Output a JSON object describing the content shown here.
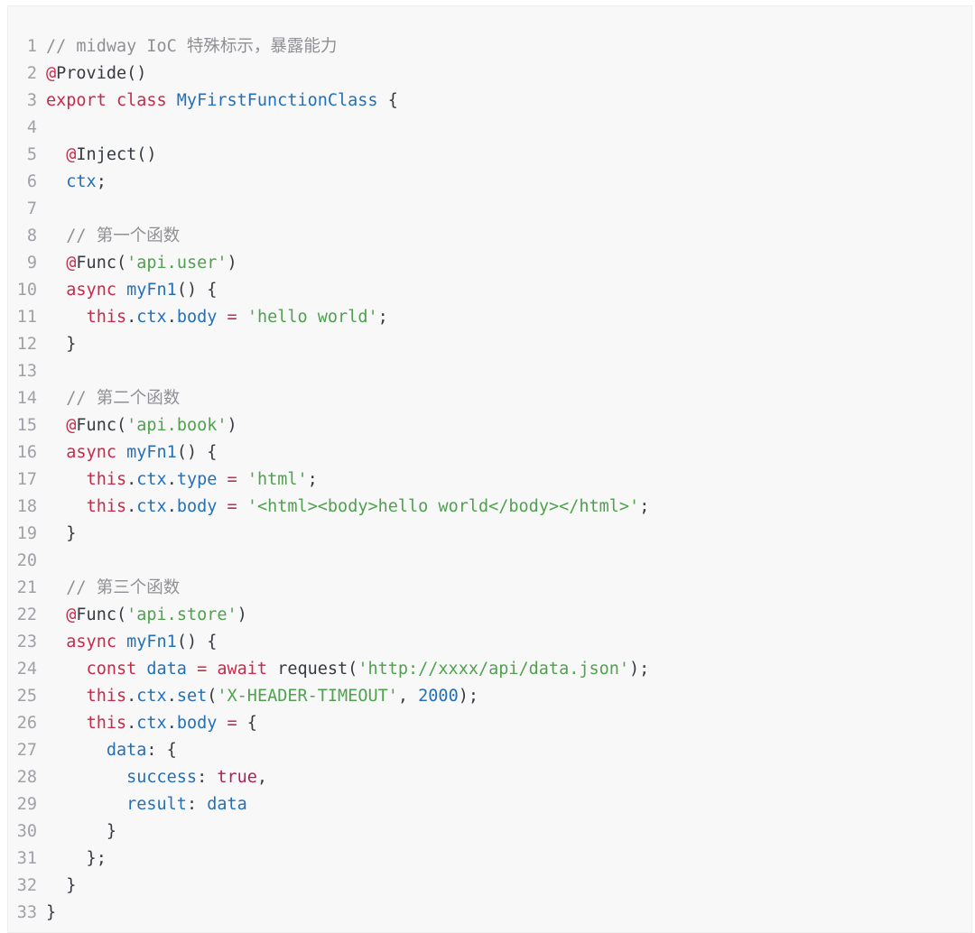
{
  "colors": {
    "background": "#f8f8f8",
    "border": "#eeeeee",
    "line_number": "#a0a1a7",
    "plain": "#383a42",
    "comment": "#8f9095",
    "keyword": "#c8294a",
    "string": "#50a14f",
    "name": "#2470b8",
    "number": "#2470b8",
    "bool": "#b01e5a"
  },
  "code": {
    "language": "typescript",
    "lines": [
      {
        "number": "1",
        "tokens": [
          {
            "t": "comment",
            "v": "// midway IoC 特殊标示，暴露能力"
          }
        ]
      },
      {
        "number": "2",
        "tokens": [
          {
            "t": "keyword",
            "v": "@"
          },
          {
            "t": "plain",
            "v": "Provide()"
          }
        ]
      },
      {
        "number": "3",
        "tokens": [
          {
            "t": "keyword",
            "v": "export class "
          },
          {
            "t": "name",
            "v": "MyFirstFunctionClass"
          },
          {
            "t": "plain",
            "v": " {"
          }
        ]
      },
      {
        "number": "4",
        "tokens": []
      },
      {
        "number": "5",
        "tokens": [
          {
            "t": "plain",
            "v": "  "
          },
          {
            "t": "keyword",
            "v": "@"
          },
          {
            "t": "plain",
            "v": "Inject()"
          }
        ]
      },
      {
        "number": "6",
        "tokens": [
          {
            "t": "plain",
            "v": "  "
          },
          {
            "t": "name",
            "v": "ctx"
          },
          {
            "t": "plain",
            "v": ";"
          }
        ]
      },
      {
        "number": "7",
        "tokens": []
      },
      {
        "number": "8",
        "tokens": [
          {
            "t": "plain",
            "v": "  "
          },
          {
            "t": "comment",
            "v": "// 第一个函数"
          }
        ]
      },
      {
        "number": "9",
        "tokens": [
          {
            "t": "plain",
            "v": "  "
          },
          {
            "t": "keyword",
            "v": "@"
          },
          {
            "t": "plain",
            "v": "Func("
          },
          {
            "t": "string",
            "v": "'api.user'"
          },
          {
            "t": "plain",
            "v": ")"
          }
        ]
      },
      {
        "number": "10",
        "tokens": [
          {
            "t": "plain",
            "v": "  "
          },
          {
            "t": "keyword",
            "v": "async "
          },
          {
            "t": "name",
            "v": "myFn1"
          },
          {
            "t": "plain",
            "v": "() {"
          }
        ]
      },
      {
        "number": "11",
        "tokens": [
          {
            "t": "plain",
            "v": "    "
          },
          {
            "t": "keyword",
            "v": "this"
          },
          {
            "t": "plain",
            "v": "."
          },
          {
            "t": "name",
            "v": "ctx"
          },
          {
            "t": "plain",
            "v": "."
          },
          {
            "t": "name",
            "v": "body"
          },
          {
            "t": "plain",
            "v": " "
          },
          {
            "t": "keyword",
            "v": "="
          },
          {
            "t": "plain",
            "v": " "
          },
          {
            "t": "string",
            "v": "'hello world'"
          },
          {
            "t": "plain",
            "v": ";"
          }
        ]
      },
      {
        "number": "12",
        "tokens": [
          {
            "t": "plain",
            "v": "  }"
          }
        ]
      },
      {
        "number": "13",
        "tokens": []
      },
      {
        "number": "14",
        "tokens": [
          {
            "t": "plain",
            "v": "  "
          },
          {
            "t": "comment",
            "v": "// 第二个函数"
          }
        ]
      },
      {
        "number": "15",
        "tokens": [
          {
            "t": "plain",
            "v": "  "
          },
          {
            "t": "keyword",
            "v": "@"
          },
          {
            "t": "plain",
            "v": "Func("
          },
          {
            "t": "string",
            "v": "'api.book'"
          },
          {
            "t": "plain",
            "v": ")"
          }
        ]
      },
      {
        "number": "16",
        "tokens": [
          {
            "t": "plain",
            "v": "  "
          },
          {
            "t": "keyword",
            "v": "async "
          },
          {
            "t": "name",
            "v": "myFn1"
          },
          {
            "t": "plain",
            "v": "() {"
          }
        ]
      },
      {
        "number": "17",
        "tokens": [
          {
            "t": "plain",
            "v": "    "
          },
          {
            "t": "keyword",
            "v": "this"
          },
          {
            "t": "plain",
            "v": "."
          },
          {
            "t": "name",
            "v": "ctx"
          },
          {
            "t": "plain",
            "v": "."
          },
          {
            "t": "name",
            "v": "type"
          },
          {
            "t": "plain",
            "v": " "
          },
          {
            "t": "keyword",
            "v": "="
          },
          {
            "t": "plain",
            "v": " "
          },
          {
            "t": "string",
            "v": "'html'"
          },
          {
            "t": "plain",
            "v": ";"
          }
        ]
      },
      {
        "number": "18",
        "tokens": [
          {
            "t": "plain",
            "v": "    "
          },
          {
            "t": "keyword",
            "v": "this"
          },
          {
            "t": "plain",
            "v": "."
          },
          {
            "t": "name",
            "v": "ctx"
          },
          {
            "t": "plain",
            "v": "."
          },
          {
            "t": "name",
            "v": "body"
          },
          {
            "t": "plain",
            "v": " "
          },
          {
            "t": "keyword",
            "v": "="
          },
          {
            "t": "plain",
            "v": " "
          },
          {
            "t": "string",
            "v": "'<html><body>hello world</body></html>'"
          },
          {
            "t": "plain",
            "v": ";"
          }
        ]
      },
      {
        "number": "19",
        "tokens": [
          {
            "t": "plain",
            "v": "  }"
          }
        ]
      },
      {
        "number": "20",
        "tokens": []
      },
      {
        "number": "21",
        "tokens": [
          {
            "t": "plain",
            "v": "  "
          },
          {
            "t": "comment",
            "v": "// 第三个函数"
          }
        ]
      },
      {
        "number": "22",
        "tokens": [
          {
            "t": "plain",
            "v": "  "
          },
          {
            "t": "keyword",
            "v": "@"
          },
          {
            "t": "plain",
            "v": "Func("
          },
          {
            "t": "string",
            "v": "'api.store'"
          },
          {
            "t": "plain",
            "v": ")"
          }
        ]
      },
      {
        "number": "23",
        "tokens": [
          {
            "t": "plain",
            "v": "  "
          },
          {
            "t": "keyword",
            "v": "async "
          },
          {
            "t": "name",
            "v": "myFn1"
          },
          {
            "t": "plain",
            "v": "() {"
          }
        ]
      },
      {
        "number": "24",
        "tokens": [
          {
            "t": "plain",
            "v": "    "
          },
          {
            "t": "keyword",
            "v": "const "
          },
          {
            "t": "name",
            "v": "data"
          },
          {
            "t": "plain",
            "v": " "
          },
          {
            "t": "keyword",
            "v": "= await"
          },
          {
            "t": "plain",
            "v": " request("
          },
          {
            "t": "string",
            "v": "'http://xxxx/api/data.json'"
          },
          {
            "t": "plain",
            "v": ");"
          }
        ]
      },
      {
        "number": "25",
        "tokens": [
          {
            "t": "plain",
            "v": "    "
          },
          {
            "t": "keyword",
            "v": "this"
          },
          {
            "t": "plain",
            "v": "."
          },
          {
            "t": "name",
            "v": "ctx"
          },
          {
            "t": "plain",
            "v": "."
          },
          {
            "t": "name",
            "v": "set"
          },
          {
            "t": "plain",
            "v": "("
          },
          {
            "t": "string",
            "v": "'X-HEADER-TIMEOUT'"
          },
          {
            "t": "plain",
            "v": ", "
          },
          {
            "t": "number",
            "v": "2000"
          },
          {
            "t": "plain",
            "v": ");"
          }
        ]
      },
      {
        "number": "26",
        "tokens": [
          {
            "t": "plain",
            "v": "    "
          },
          {
            "t": "keyword",
            "v": "this"
          },
          {
            "t": "plain",
            "v": "."
          },
          {
            "t": "name",
            "v": "ctx"
          },
          {
            "t": "plain",
            "v": "."
          },
          {
            "t": "name",
            "v": "body"
          },
          {
            "t": "plain",
            "v": " "
          },
          {
            "t": "keyword",
            "v": "="
          },
          {
            "t": "plain",
            "v": " {"
          }
        ]
      },
      {
        "number": "27",
        "tokens": [
          {
            "t": "plain",
            "v": "      "
          },
          {
            "t": "name",
            "v": "data"
          },
          {
            "t": "plain",
            "v": ": {"
          }
        ]
      },
      {
        "number": "28",
        "tokens": [
          {
            "t": "plain",
            "v": "        "
          },
          {
            "t": "name",
            "v": "success"
          },
          {
            "t": "plain",
            "v": ": "
          },
          {
            "t": "bool",
            "v": "true"
          },
          {
            "t": "plain",
            "v": ","
          }
        ]
      },
      {
        "number": "29",
        "tokens": [
          {
            "t": "plain",
            "v": "        "
          },
          {
            "t": "name",
            "v": "result"
          },
          {
            "t": "plain",
            "v": ": "
          },
          {
            "t": "name",
            "v": "data"
          }
        ]
      },
      {
        "number": "30",
        "tokens": [
          {
            "t": "plain",
            "v": "      }"
          }
        ]
      },
      {
        "number": "31",
        "tokens": [
          {
            "t": "plain",
            "v": "    };"
          }
        ]
      },
      {
        "number": "32",
        "tokens": [
          {
            "t": "plain",
            "v": "  }"
          }
        ]
      },
      {
        "number": "33",
        "tokens": [
          {
            "t": "plain",
            "v": "}"
          }
        ]
      }
    ]
  }
}
